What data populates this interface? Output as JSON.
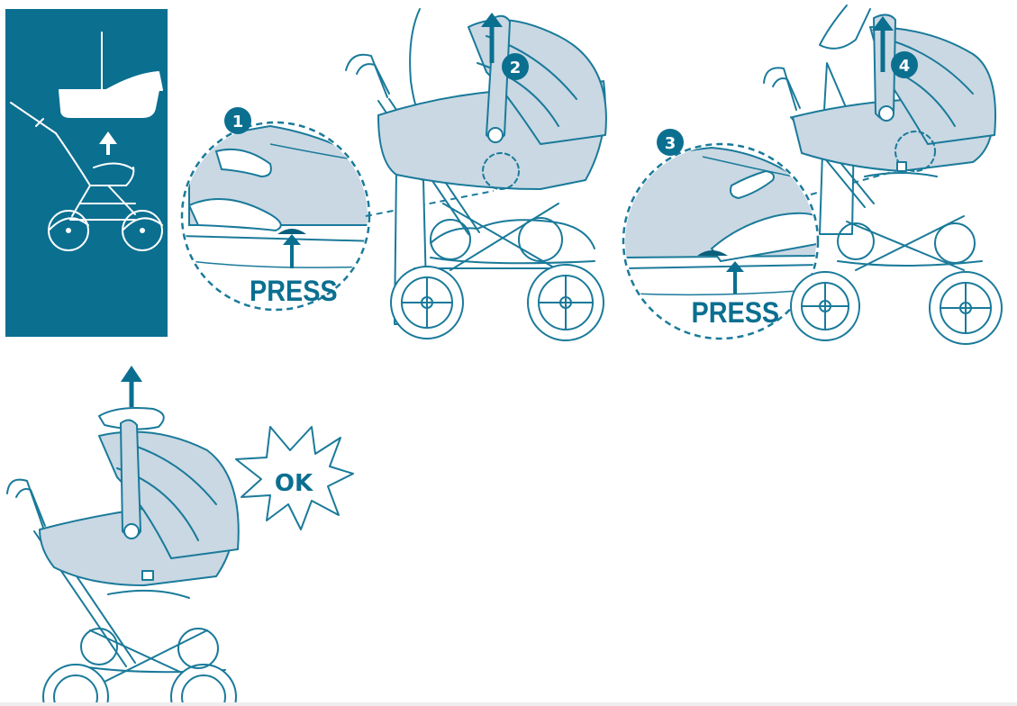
{
  "colors": {
    "teal": "#0b6f90",
    "teal_dark": "#0a5f7c",
    "line": "#1a7a9a",
    "fill": "#c9d8e3",
    "panel": "#0b6f90"
  },
  "steps": [
    {
      "num": "1"
    },
    {
      "num": "2"
    },
    {
      "num": "3"
    },
    {
      "num": "4"
    }
  ],
  "labels": {
    "press_1": "PRESS",
    "press_3": "PRESS",
    "ok": "OK"
  },
  "icons": {
    "panel": "carrycot-lift-icon",
    "arrow": "arrow-up-icon"
  }
}
